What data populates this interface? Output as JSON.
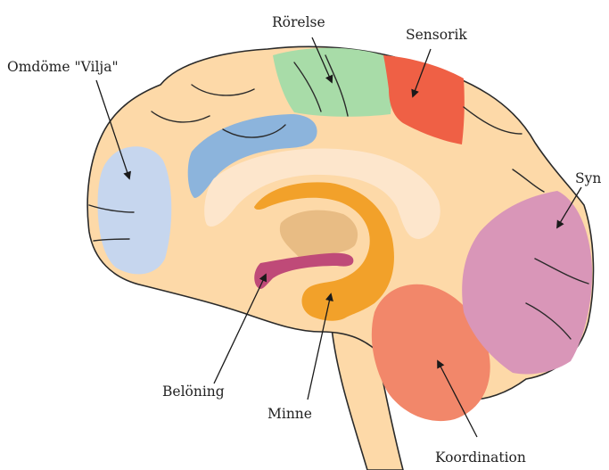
{
  "diagram": {
    "labels": {
      "omdome": "Omdöme \"Vilja\"",
      "rorelse": "Rörelse",
      "sensorik": "Sensorik",
      "syn": "Syn",
      "beloning": "Belöning",
      "minne": "Minne",
      "koordination": "Koordination"
    },
    "colors": {
      "brain": "#fdd9a8",
      "omdome": "#c6d6ee",
      "rorelse": "#a8dca8",
      "sensorik": "#ef6045",
      "syn": "#d996b8",
      "koordination": "#f2876a",
      "blue_gyrus": "#8cb4dc",
      "corpus_callosum": "#fde6cc",
      "minne": "#f2a12a",
      "beloning": "#bf4a78",
      "thalamus": "#e8bc84"
    }
  }
}
